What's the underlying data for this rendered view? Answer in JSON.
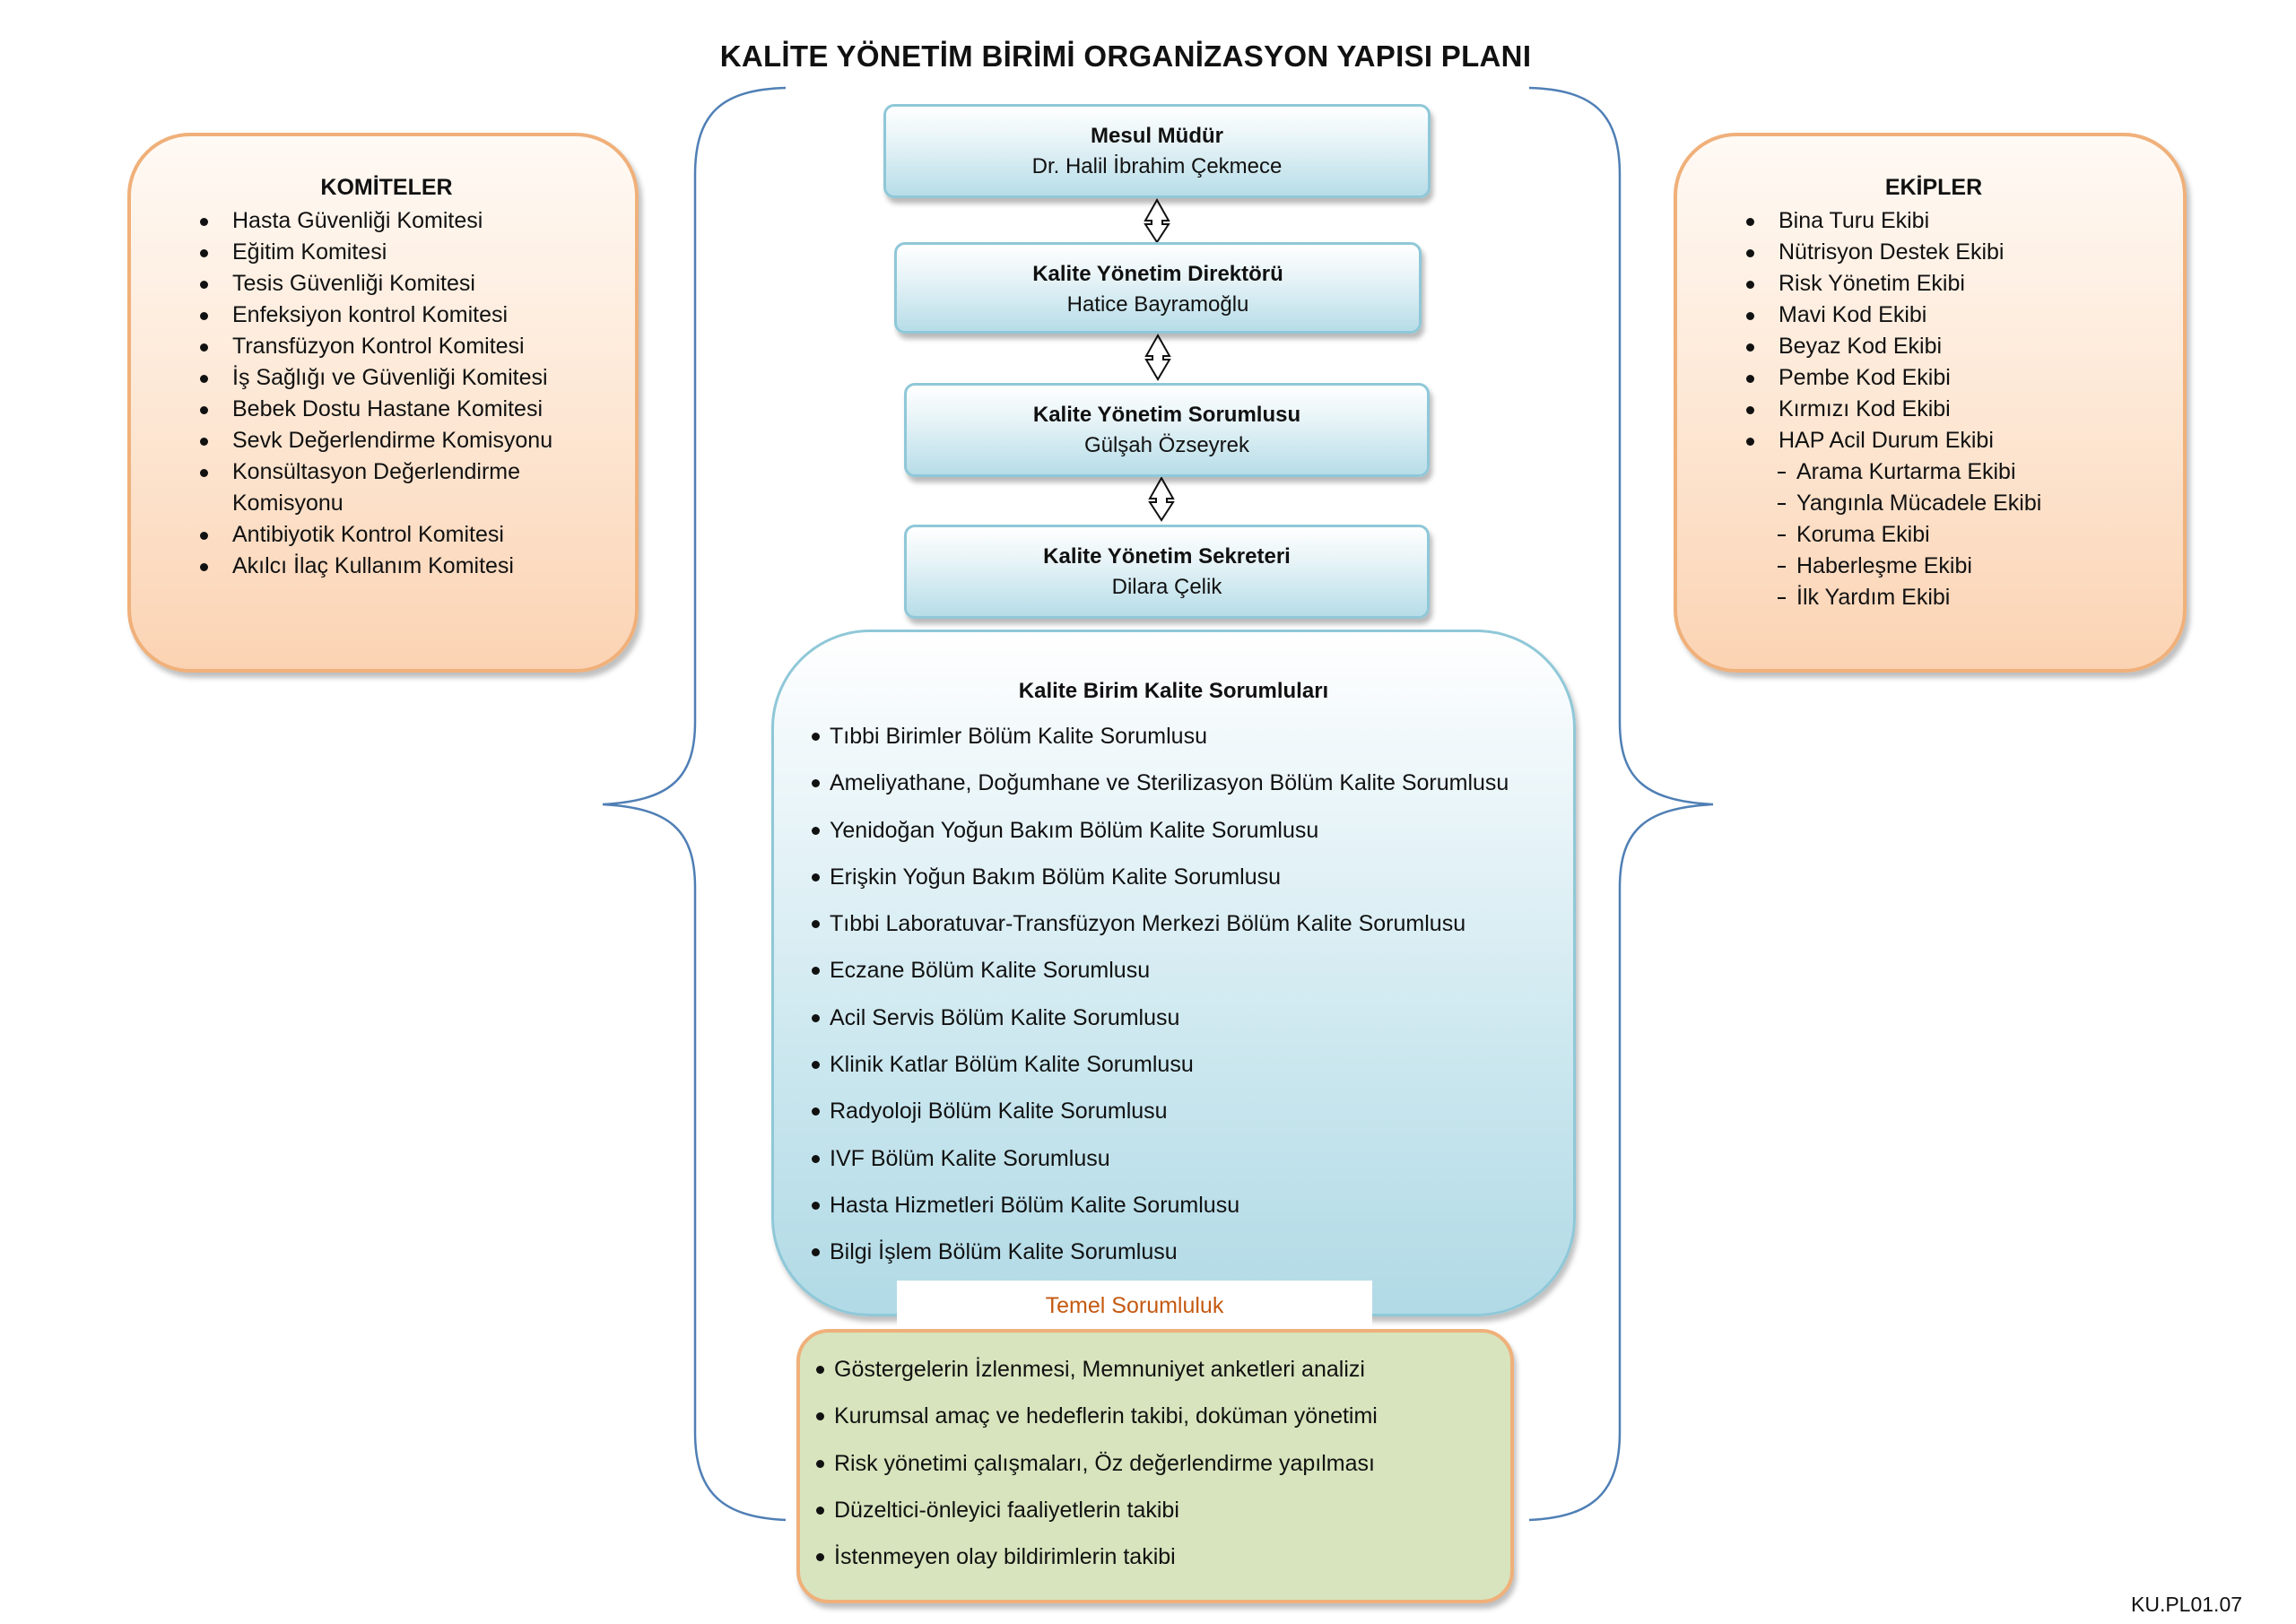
{
  "title": "KALİTE YÖNETİM BİRİMİ ORGANİZASYON YAPISI PLANI",
  "komiteler": {
    "header": "KOMİTELER",
    "items": [
      "Hasta Güvenliği Komitesi",
      "Eğitim Komitesi",
      "Tesis Güvenliği Komitesi",
      "Enfeksiyon kontrol Komitesi",
      "Transfüzyon Kontrol Komitesi",
      "İş Sağlığı ve Güvenliği Komitesi",
      "Bebek Dostu Hastane Komitesi",
      "Sevk Değerlendirme Komisyonu",
      "Konsültasyon Değerlendirme Komisyonu",
      "Antibiyotik Kontrol Komitesi",
      "Akılcı İlaç Kullanım Komitesi"
    ]
  },
  "ekipler": {
    "header": "EKİPLER",
    "items": [
      "Bina Turu Ekibi",
      "Nütrisyon Destek Ekibi",
      "Risk Yönetim Ekibi",
      "Mavi Kod Ekibi",
      "Beyaz Kod Ekibi",
      "Pembe Kod Ekibi",
      "Kırmızı Kod Ekibi",
      "HAP Acil Durum Ekibi"
    ],
    "subitems": [
      "Arama Kurtarma Ekibi",
      "Yangınla Mücadele Ekibi",
      "Koruma Ekibi",
      "Haberleşme Ekibi",
      "İlk Yardım Ekibi"
    ]
  },
  "positions": [
    {
      "role": "Mesul Müdür",
      "name": "Dr. Halil İbrahim Çekmece"
    },
    {
      "role": "Kalite Yönetim Direktörü",
      "name": "Hatice Bayramoğlu"
    },
    {
      "role": "Kalite Yönetim Sorumlusu",
      "name": "Gülşah Özseyrek"
    },
    {
      "role": "Kalite Yönetim Sekreteri",
      "name": "Dilara Çelik"
    }
  ],
  "units": {
    "header": "Kalite Birim Kalite Sorumluları",
    "items": [
      "Tıbbi Birimler Bölüm Kalite Sorumlusu",
      "Ameliyathane, Doğumhane ve Sterilizasyon Bölüm Kalite Sorumlusu",
      "Yenidoğan Yoğun Bakım Bölüm Kalite Sorumlusu",
      "Erişkin Yoğun Bakım Bölüm Kalite Sorumlusu",
      "Tıbbi Laboratuvar-Transfüzyon Merkezi Bölüm Kalite Sorumlusu",
      "Eczane Bölüm Kalite Sorumlusu",
      "Acil Servis Bölüm Kalite Sorumlusu",
      "Klinik Katlar Bölüm Kalite Sorumlusu",
      "Radyoloji Bölüm Kalite Sorumlusu",
      "IVF Bölüm Kalite Sorumlusu",
      "Hasta Hizmetleri Bölüm Kalite Sorumlusu",
      "Bilgi İşlem Bölüm Kalite Sorumlusu"
    ]
  },
  "temel": {
    "label": "Temel Sorumluluk",
    "items": [
      "Göstergelerin İzlenmesi, Memnuniyet anketleri analizi",
      "Kurumsal amaç ve hedeflerin takibi, doküman yönetimi",
      "Risk yönetimi çalışmaları, Öz değerlendirme yapılması",
      "Düzeltici-önleyici faaliyetlerin takibi",
      "İstenmeyen olay bildirimlerin takibi"
    ]
  },
  "doc_code": "KU.PL01.07",
  "colors": {
    "bracket": "#4f7fb5",
    "side_border": "#f0b07a",
    "blue_border": "#8fc8d8",
    "green_fill": "#d7e4bd",
    "temel_text": "#c55a11"
  }
}
